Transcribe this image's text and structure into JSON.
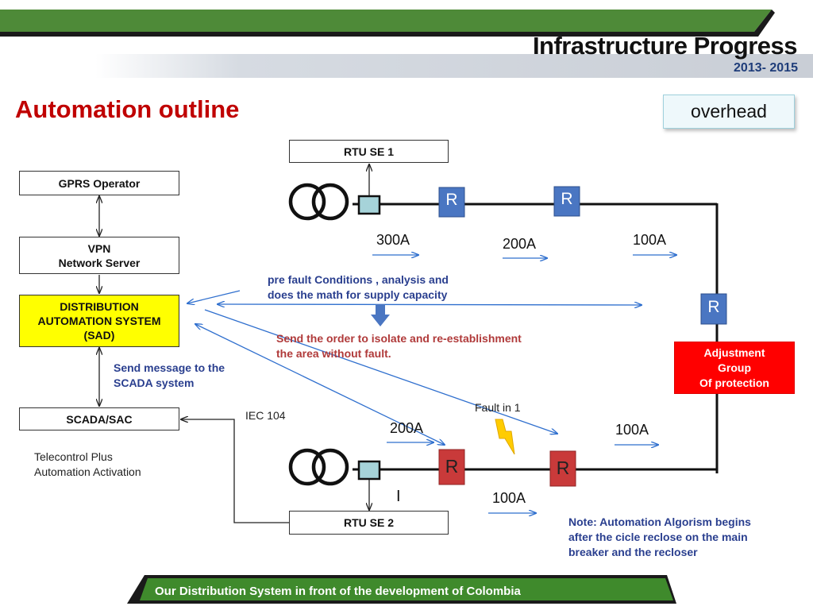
{
  "header": {
    "title": "Infrastructure Progress",
    "years": "2013- 2015"
  },
  "slide_title": "Automation outline",
  "overhead_label": "overhead",
  "boxes": {
    "gprs": "GPRS Operator",
    "vpn_line1": "VPN",
    "vpn_line2": "Network Server",
    "sad_line1": "DISTRIBUTION",
    "sad_line2": "AUTOMATION SYSTEM",
    "sad_line3": "(SAD)",
    "scada": "SCADA/SAC",
    "rtu1": "RTU SE  1",
    "rtu2": "RTU   SE  2"
  },
  "recloser_label": "R",
  "texts": {
    "send_message_1": "Send message to the",
    "send_message_2": "SCADA system",
    "telecontrol_1": "Telecontrol Plus",
    "telecontrol_2": "Automation Activation",
    "prefault_1": "pre fault Conditions ,  analysis and",
    "prefault_2": "does the math for supply capacity",
    "isolate_1": "Send the order to isolate and re-establishment",
    "isolate_2": "the area without fault.",
    "iec": "IEC 104",
    "fault": "Fault in 1",
    "adjust_1": "Adjustment",
    "adjust_2": "Group",
    "adjust_3": "Of protection",
    "note_1": "Note: Automation Algorism begins",
    "note_2": "after the cicle reclose on the main",
    "note_3": "breaker and the recloser",
    "mark_I": "I"
  },
  "currents": {
    "top_300": "300A",
    "top_200": "200A",
    "top_100": "100A",
    "bot_200": "200A",
    "bot_100_right": "100A",
    "bot_100_below": "100A"
  },
  "footer": "Our Distribution System in front of the development of Colombia",
  "colors": {
    "header_green": "#4e8a38",
    "title_red": "#c00000",
    "sad_yellow": "#ffff00",
    "adjust_red": "#ff0000",
    "recloser_blue": "#4a76c2",
    "recloser_red": "#c93a3a",
    "arrow_blue": "#2f6fce"
  }
}
